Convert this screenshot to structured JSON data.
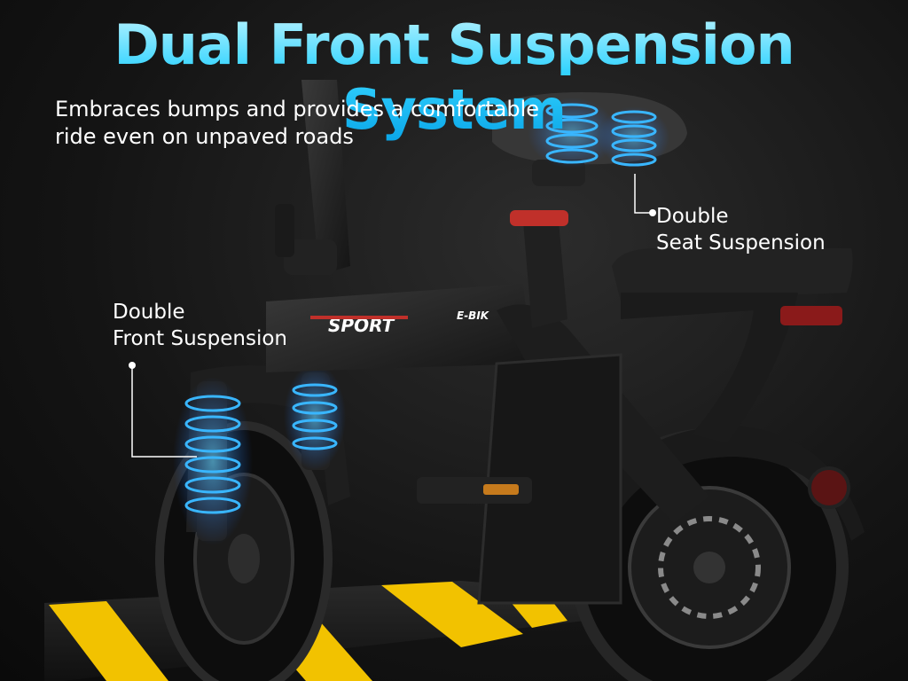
{
  "headline": "Dual Front Suspension System",
  "subheadline": "Embraces bumps and provides a comfortable ride even on unpaved roads",
  "callouts": {
    "seat": {
      "line1": "Double",
      "line2": "Seat Suspension"
    },
    "front": {
      "line1": "Double",
      "line2": "Front Suspension"
    }
  },
  "bike_labels": {
    "brand": "SPORT",
    "frame": "E-BIK"
  },
  "colors": {
    "headline_top": "#b8f3ff",
    "headline_bottom": "#0aa6e8",
    "spring_glow": "#2aa8ff",
    "speed_bump_yellow": "#f2c200",
    "speed_bump_black": "#1d1d1d",
    "seat_clamp_red": "#c0302a",
    "tail_light_red": "#8a1a1a"
  }
}
